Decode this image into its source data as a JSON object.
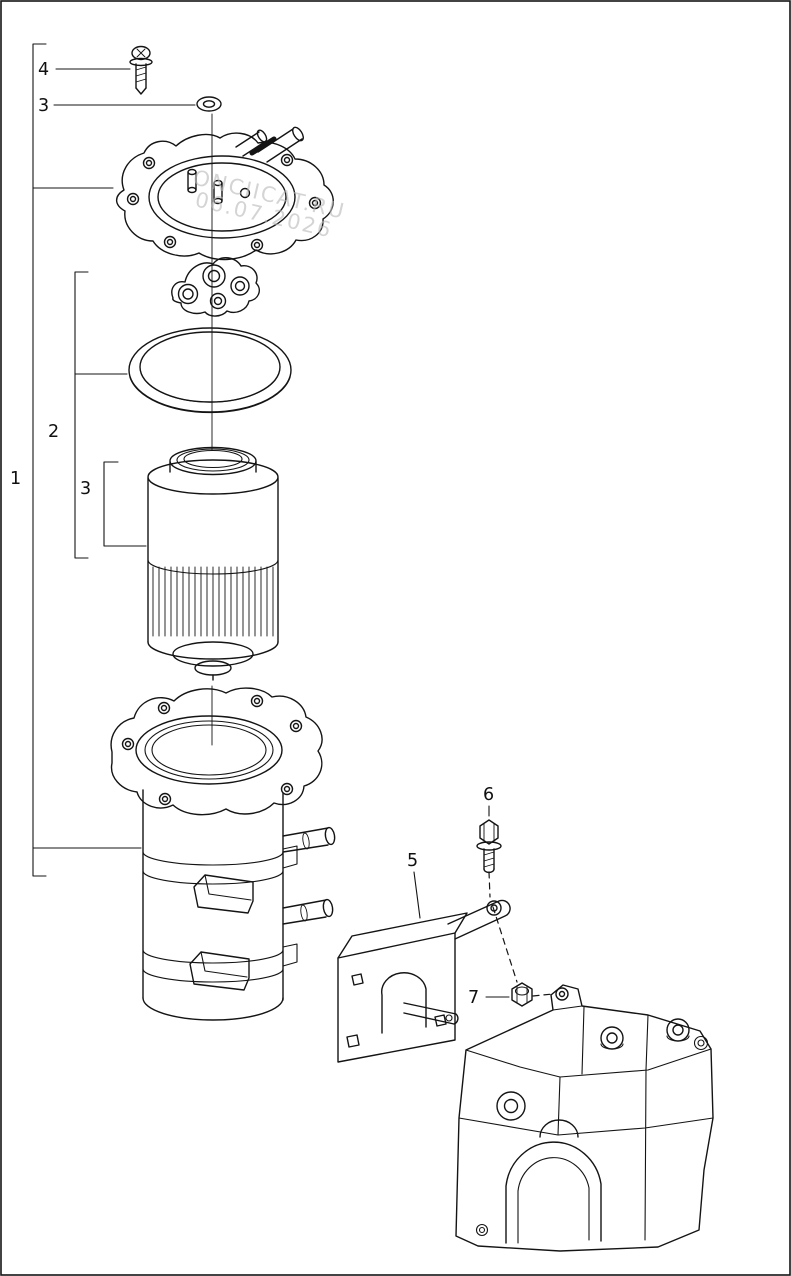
{
  "page": {
    "background": "#ffffff",
    "line_color": "#141414"
  },
  "callouts": {
    "c1": "1",
    "c2": "2",
    "c3_top": "3",
    "c3_mid": "3",
    "c4": "4",
    "c5": "5",
    "c6": "6",
    "c7": "7"
  },
  "watermark": {
    "line1": "ONCIICAT.RU",
    "line2": "06.07.2026",
    "color": "#b9b9b9"
  }
}
